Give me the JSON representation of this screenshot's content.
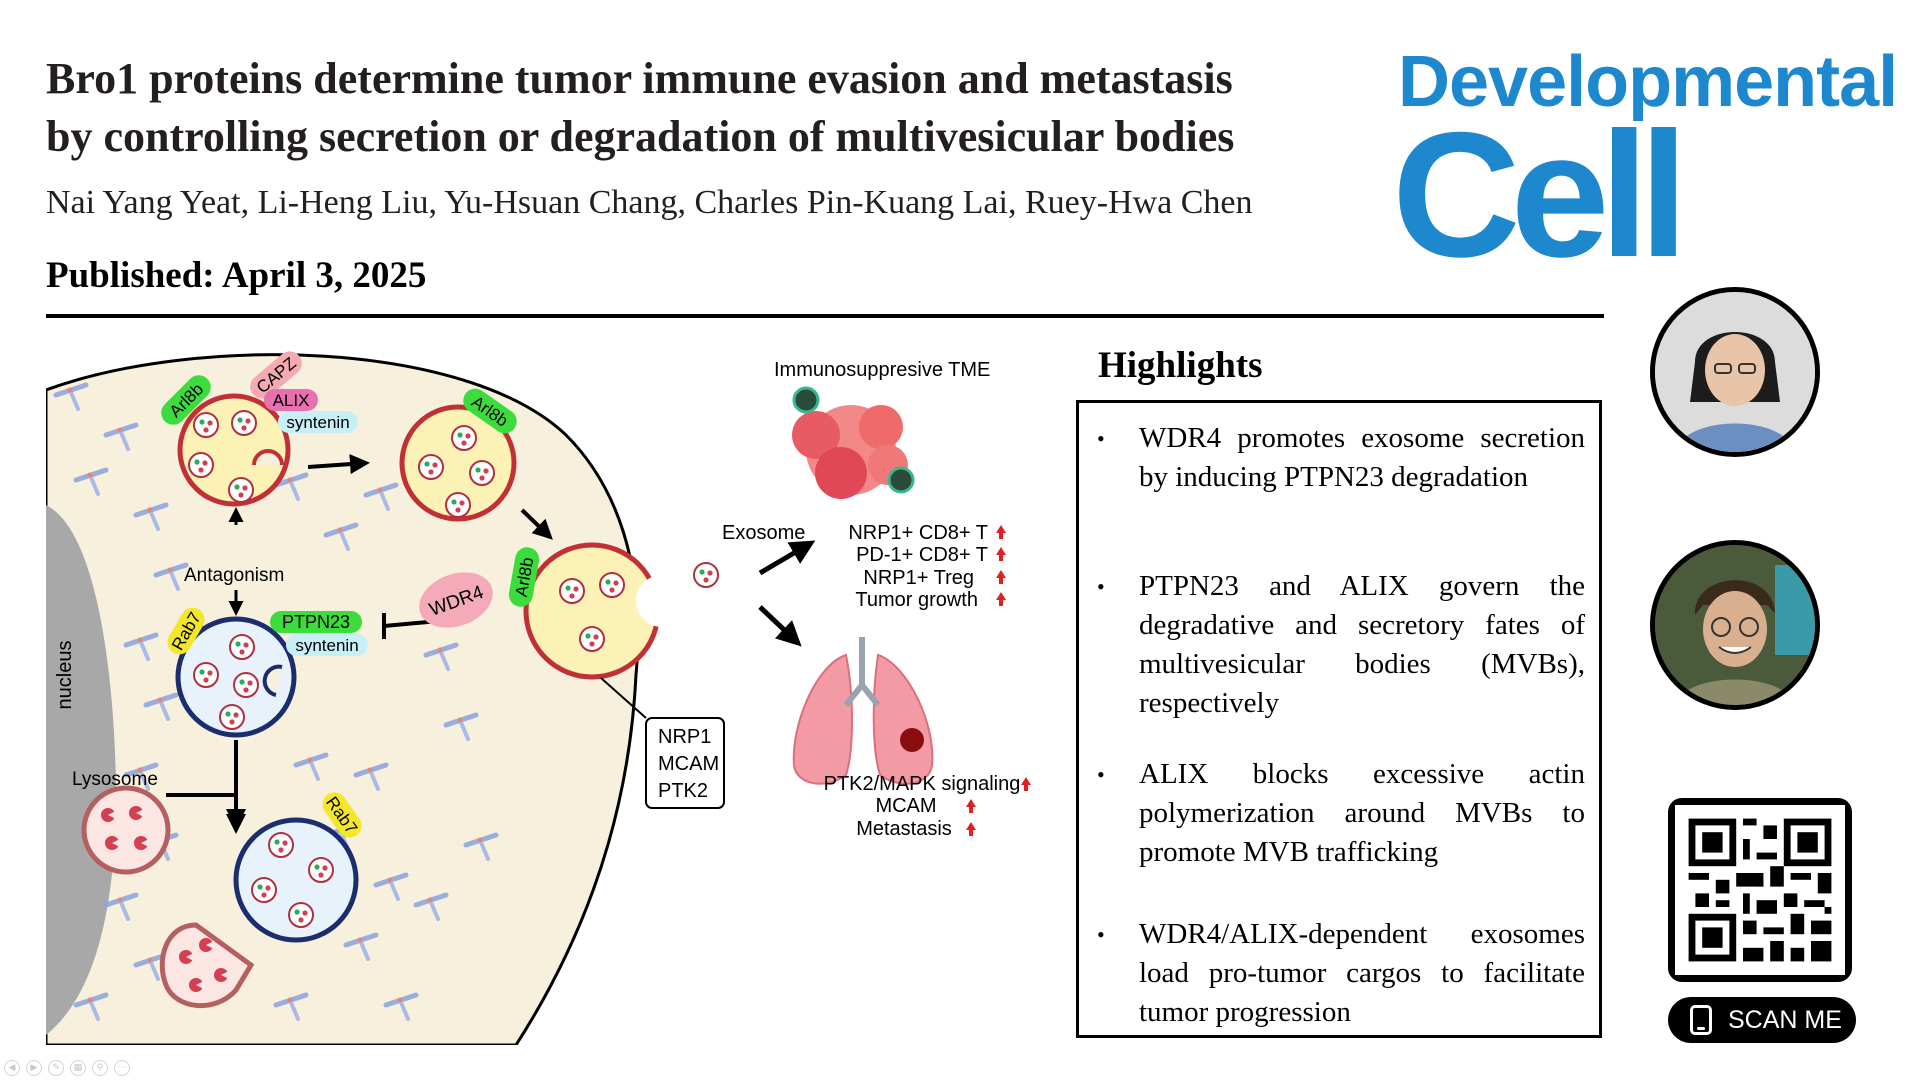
{
  "header": {
    "title_line1": "Bro1 proteins determine tumor immune evasion and metastasis",
    "title_line2": "by controlling secretion or degradation of multivesicular bodies",
    "authors": "Nai Yang Yeat, Li-Heng Liu, Yu-Hsuan Chang, Charles Pin-Kuang Lai, Ruey-Hwa Chen",
    "published": "Published: April 3, 2025"
  },
  "logo": {
    "line1": "Developmental",
    "line2": "Cell",
    "color": "#1e88cf"
  },
  "figure": {
    "labels": {
      "nucleus": "nucleus",
      "arl8b": "Arl8b",
      "capz": "CAPZ",
      "alix": "ALIX",
      "syntenin": "syntenin",
      "antagonism": "Antagonism",
      "rab7": "Rab7",
      "ptpn23": "PTPN23",
      "wdr4": "WDR4",
      "lysosome": "Lysosome",
      "exosome": "Exosome",
      "immuno_tme": "Immunosuppresive TME",
      "cargo": [
        "NRP1",
        "MCAM",
        "PTK2"
      ],
      "tme_effects": [
        "NRP1+ CD8+ T",
        "PD-1+ CD8+ T",
        "NRP1+ Treg",
        "Tumor growth"
      ],
      "lung_effects": [
        "PTK2/MAPK signaling",
        "MCAM",
        "Metastasis"
      ]
    }
  },
  "highlights": {
    "title": "Highlights",
    "items": [
      "WDR4 promotes exosome secretion by inducing PTPN23 degradation",
      "PTPN23 and ALIX govern the degradative and secretory fates of multivesicular bodies (MVBs), respectively",
      "ALIX blocks excessive actin polymerization around MVBs to promote MVB trafficking",
      "WDR4/ALIX-dependent exosomes load pro-tumor cargos to facilitate tumor progression"
    ]
  },
  "qr": {
    "button_label": "SCAN ME"
  }
}
